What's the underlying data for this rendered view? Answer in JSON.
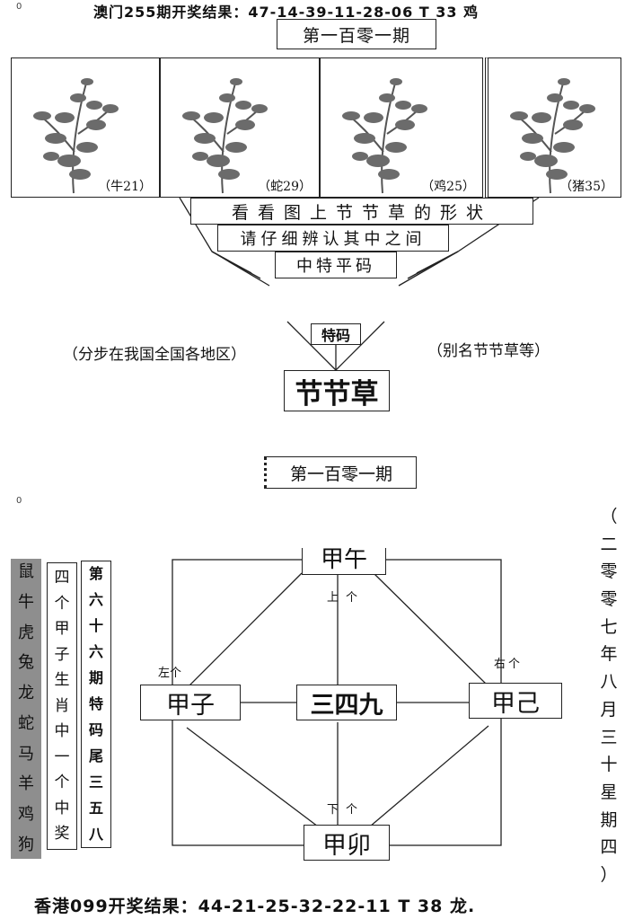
{
  "markers": {
    "top": "0",
    "mid": "0"
  },
  "header": "澳门255期开奖结果：47-14-39-11-28-06 T 33 鸡",
  "period_title_top": "第一百零一期",
  "panels": [
    {
      "caption": "（牛21）"
    },
    {
      "caption": "（蛇29）"
    },
    {
      "caption": "（鸡25）"
    },
    {
      "caption": "（猪35）"
    }
  ],
  "funnel": {
    "line1": "看看图上节节草的形状",
    "line2": "请仔细辨认其中之间",
    "line3": "中特平码"
  },
  "special_box": "特码",
  "note_left": "（分步在我国全国各地区）",
  "note_right": "（别名节节草等）",
  "plant_name": "节节草",
  "period_title_mid": "第一百零一期",
  "zodiac_column": [
    "鼠",
    "牛",
    "虎",
    "兔",
    "龙",
    "蛇",
    "马",
    "羊",
    "鸡",
    "狗"
  ],
  "jiazi_column": [
    "四",
    "个",
    "甲",
    "子",
    "生",
    "肖",
    "中",
    "一",
    "个",
    "中",
    "奖"
  ],
  "issue_column": [
    "第",
    "六",
    "十",
    "六",
    "期",
    "特",
    "码",
    "尾",
    "三",
    "五",
    "八"
  ],
  "diagram": {
    "top": "甲午",
    "left": "甲子",
    "center": "三四九",
    "right": "甲己",
    "bottom": "甲卯",
    "label_top": "上个",
    "label_left": "左个",
    "label_right": "右个",
    "label_bottom": "下个"
  },
  "date_column": [
    "（",
    "二",
    "零",
    "零",
    "七",
    "年",
    "八",
    "月",
    "三",
    "十",
    "星",
    "期",
    "四",
    "）"
  ],
  "footer": "香港099开奖结果：44-21-25-32-22-11 T 38 龙."
}
